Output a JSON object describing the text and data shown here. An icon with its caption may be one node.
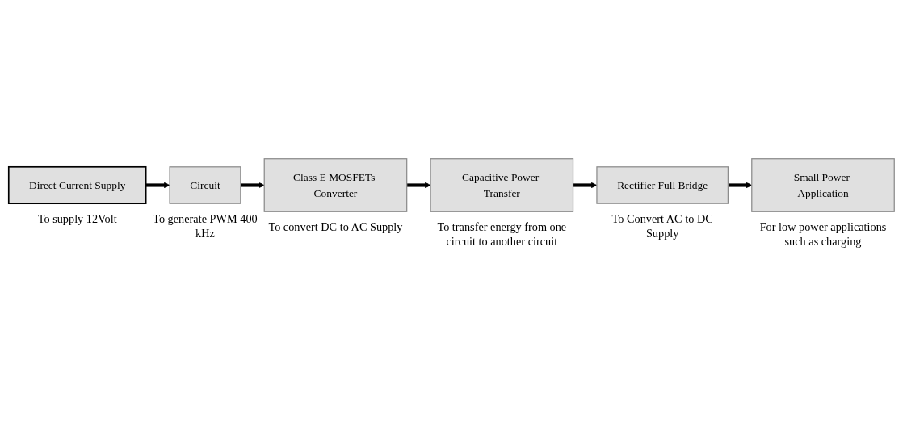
{
  "diagram": {
    "nodes": [
      {
        "text": [
          "Direct Current Supply"
        ],
        "beside": [
          "To supply 12Volt"
        ]
      },
      {
        "text": [
          "Circuit"
        ],
        "beside": [
          "To generate PWM 400 kHz"
        ]
      },
      {
        "text": [
          "Class E MOSFETs Converter"
        ],
        "beside": [
          "To convert DC to AC Supply"
        ]
      },
      {
        "text": [
          "Small Power Application"
        ],
        "beside": [
          "For low power applications such as charging"
        ]
      },
      {
        "text": [
          "Rectifier Full Bridge"
        ],
        "beside": [
          "To Convert AC to DC Supply"
        ]
      },
      {
        "text": [
          "Capacitive Power Transfer"
        ],
        "beside": [
          "To transfer energy from one circuit to another circuit"
        ]
      }
    ],
    "edges": [
      {
        "from": 0,
        "to": 1,
        "arrow": "to"
      },
      {
        "from": 1,
        "to": 2,
        "arrow": "to"
      },
      {
        "from": 2,
        "to": 5,
        "arrow": "to"
      },
      {
        "from": 5,
        "to": 4,
        "arrow": "to"
      },
      {
        "from": 4,
        "to": 3,
        "arrow": "to"
      }
    ]
  }
}
